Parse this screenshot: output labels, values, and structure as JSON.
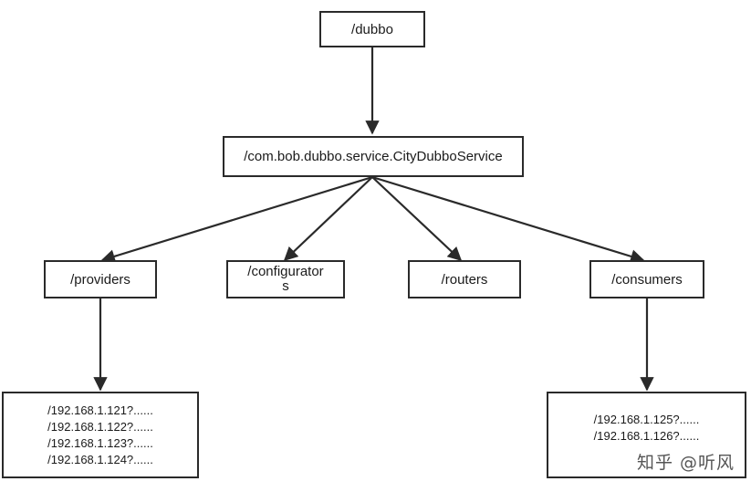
{
  "nodes": {
    "root": "/dubbo",
    "service": "/com.bob.dubbo.service.CityDubboService",
    "providers": "/providers",
    "configurators_line1": "/configurator",
    "configurators_line2": "s",
    "routers": "/routers",
    "consumers": "/consumers"
  },
  "provider_urls": [
    "/192.168.1.121?......",
    "/192.168.1.122?......",
    "/192.168.1.123?......",
    "/192.168.1.124?......"
  ],
  "consumer_urls": [
    "/192.168.1.125?......",
    "/192.168.1.126?......"
  ],
  "watermark": "知乎 @听风",
  "colors": {
    "line": "#2a2a2a",
    "box_border": "#2a2a2a"
  }
}
